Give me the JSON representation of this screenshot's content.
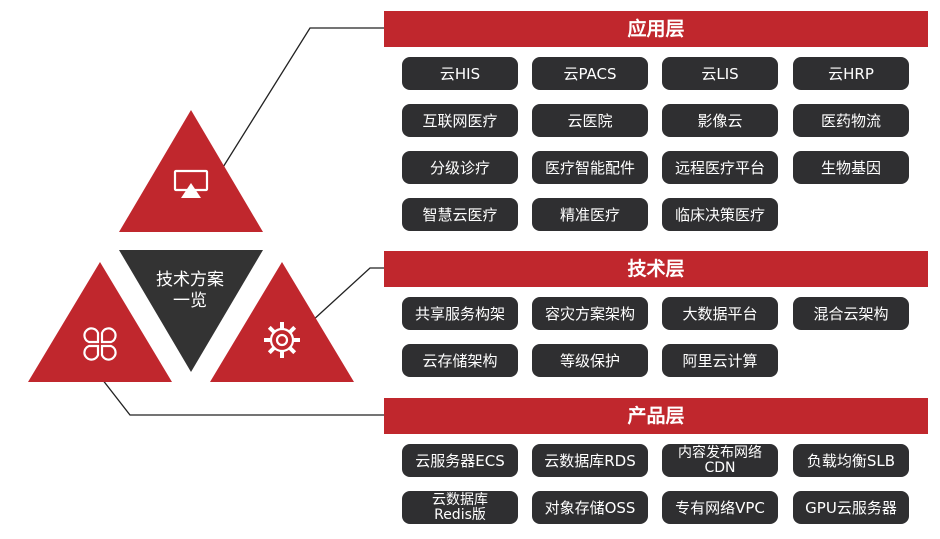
{
  "center": {
    "line1": "技术方案",
    "line2": "一览"
  },
  "icons": {
    "top": "screen-share-icon",
    "left": "clover-icon",
    "right": "gear-icon"
  },
  "colors": {
    "accent": "#c0272d",
    "chip": "#2f2f31",
    "dark_triangle": "#333333"
  },
  "layers": [
    {
      "title": "应用层",
      "items": [
        "云HIS",
        "云PACS",
        "云LIS",
        "云HRP",
        "互联网医疗",
        "云医院",
        "影像云",
        "医药物流",
        "分级诊疗",
        "医疗智能配件",
        "远程医疗平台",
        "生物基因",
        "智慧云医疗",
        "精准医疗",
        "临床决策医疗"
      ]
    },
    {
      "title": "技术层",
      "items": [
        "共享服务构架",
        "容灾方案架构",
        "大数据平台",
        "混合云架构",
        "云存储架构",
        "等级保护",
        "阿里云计算"
      ]
    },
    {
      "title": "产品层",
      "items": [
        "云服务器ECS",
        "云数据库RDS",
        "内容发布网络\nCDN",
        "负载均衡SLB",
        "云数据库\nRedis版",
        "对象存储OSS",
        "专有网络VPC",
        "GPU云服务器"
      ]
    }
  ]
}
